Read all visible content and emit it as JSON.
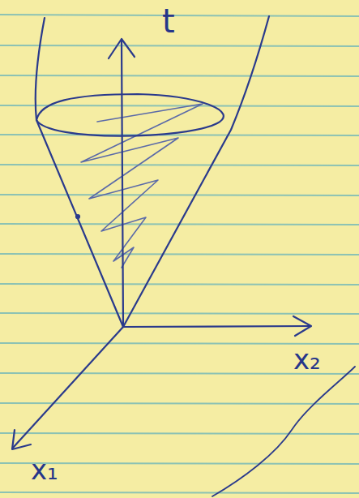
{
  "diagram": {
    "labels": [
      "t",
      "x₂",
      "x₁"
    ]
  }
}
